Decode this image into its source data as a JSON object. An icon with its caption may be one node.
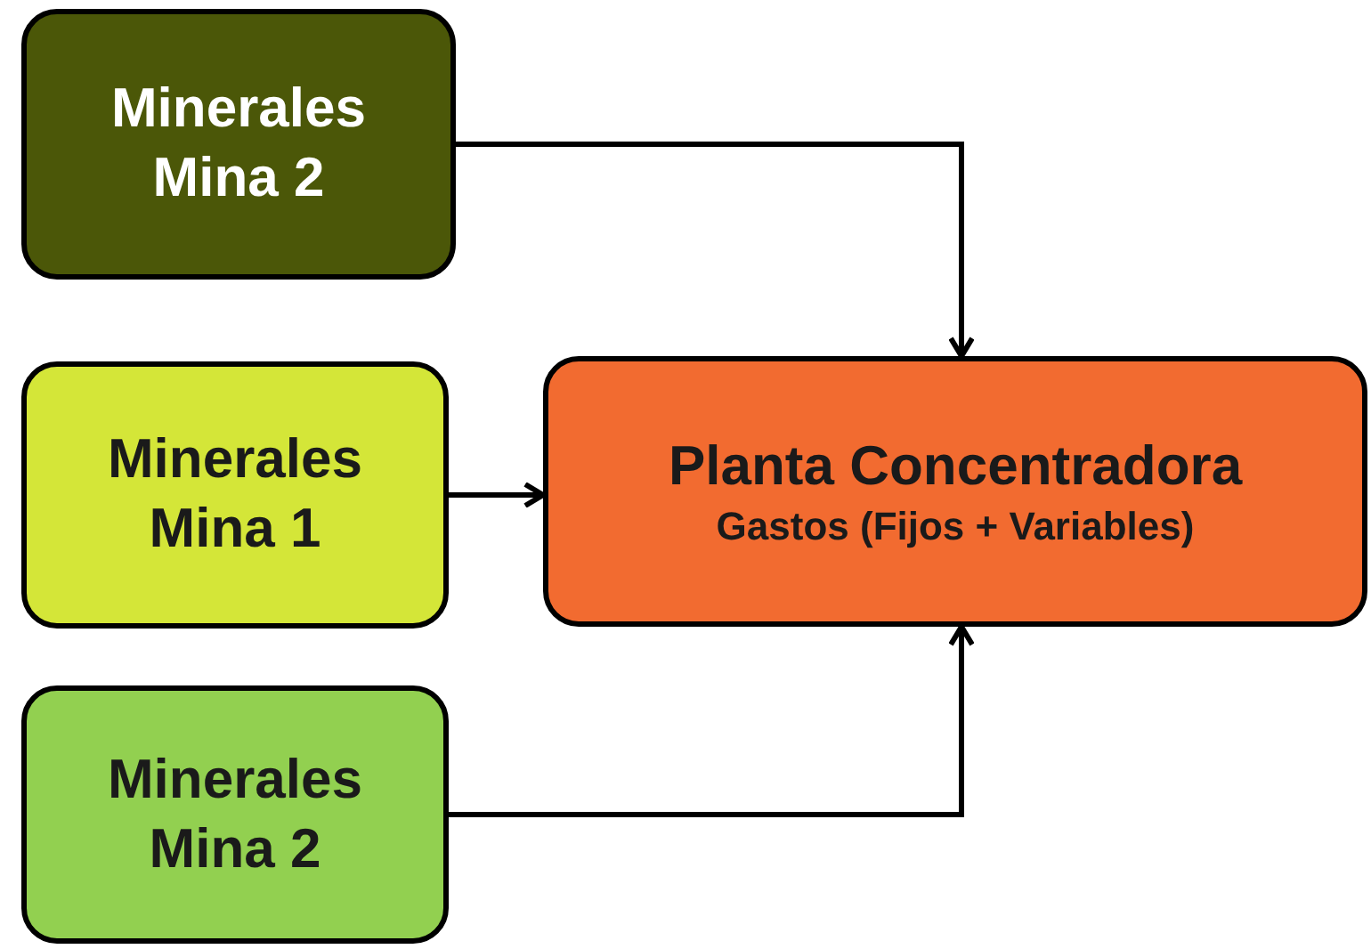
{
  "diagram": {
    "nodes": [
      {
        "text": [
          "Minerales Mina 2"
        ]
      },
      {
        "text": [
          "Minerales Mina 1"
        ]
      },
      {
        "text": [
          "Minerales Mina 2"
        ]
      },
      {
        "text": [
          "Planta Concentradora",
          "Gastos (Fijos + Variables)"
        ]
      }
    ],
    "edges": [
      {
        "from": 0,
        "to": 3,
        "arrow": "to"
      },
      {
        "from": 1,
        "to": 3,
        "arrow": "to"
      },
      {
        "from": 2,
        "to": 3,
        "arrow": "to"
      }
    ]
  }
}
